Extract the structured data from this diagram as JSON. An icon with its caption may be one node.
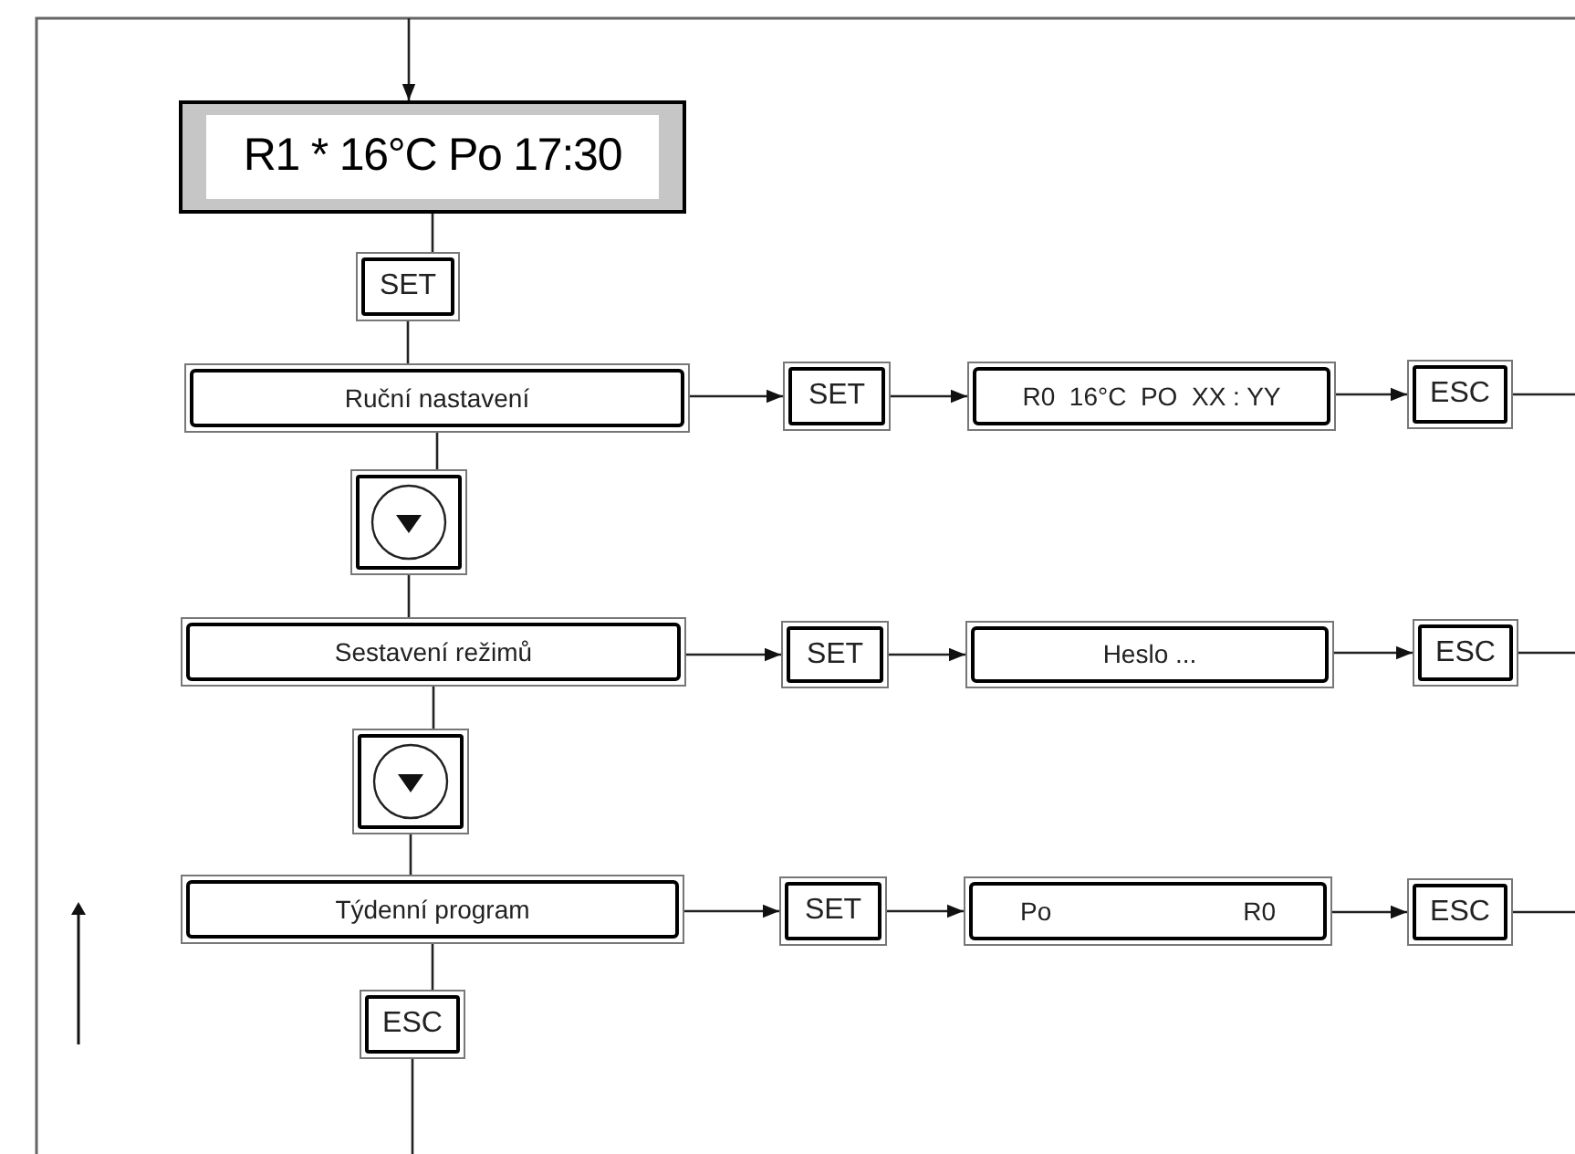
{
  "diagram": {
    "nodes": [
      {
        "text": [
          "R1 * 16°C Po 17:30"
        ]
      },
      {
        "text": [
          "SET"
        ]
      },
      {
        "text": [
          "Ruční nastavení"
        ]
      },
      {
        "text": [],
        "shape": "box"
      },
      {
        "text": [
          "Sestavení režimů"
        ]
      },
      {
        "text": [],
        "shape": "box"
      },
      {
        "text": [
          "Týdenní program"
        ]
      },
      {
        "text": [
          "ESC"
        ]
      },
      {
        "text": [
          "SET"
        ]
      },
      {
        "text": [
          "R0  16°C  PO  XX : YY"
        ]
      },
      {
        "text": [
          "ESC"
        ]
      },
      {
        "text": [
          "SET"
        ]
      },
      {
        "text": [
          "Heslo ..."
        ]
      },
      {
        "text": [
          "ESC"
        ]
      },
      {
        "text": [
          "SET"
        ]
      },
      {
        "text": [
          "Po",
          "R0"
        ]
      },
      {
        "text": [
          "ESC"
        ]
      }
    ],
    "edges": [
      {
        "from": null,
        "to": 0,
        "arrow": "to"
      },
      {
        "from": 0,
        "to": 1,
        "arrow": "none"
      },
      {
        "from": 1,
        "to": 2,
        "arrow": "none"
      },
      {
        "from": 2,
        "to": 3,
        "arrow": "none"
      },
      {
        "from": 3,
        "to": 4,
        "arrow": "none"
      },
      {
        "from": 4,
        "to": 5,
        "arrow": "none"
      },
      {
        "from": 5,
        "to": 6,
        "arrow": "none"
      },
      {
        "from": 6,
        "to": 7,
        "arrow": "none"
      },
      {
        "from": 7,
        "to": null,
        "arrow": "none"
      },
      {
        "from": 2,
        "to": 8,
        "arrow": "to"
      },
      {
        "from": 8,
        "to": 9,
        "arrow": "to"
      },
      {
        "from": 9,
        "to": 10,
        "arrow": "to"
      },
      {
        "from": 10,
        "to": null,
        "arrow": "none"
      },
      {
        "from": 4,
        "to": 11,
        "arrow": "to"
      },
      {
        "from": 11,
        "to": 12,
        "arrow": "to"
      },
      {
        "from": 12,
        "to": 13,
        "arrow": "to"
      },
      {
        "from": 13,
        "to": null,
        "arrow": "none"
      },
      {
        "from": 6,
        "to": 14,
        "arrow": "to"
      },
      {
        "from": 14,
        "to": 15,
        "arrow": "to"
      },
      {
        "from": 15,
        "to": 16,
        "arrow": "to"
      },
      {
        "from": 16,
        "to": null,
        "arrow": "none"
      }
    ]
  }
}
